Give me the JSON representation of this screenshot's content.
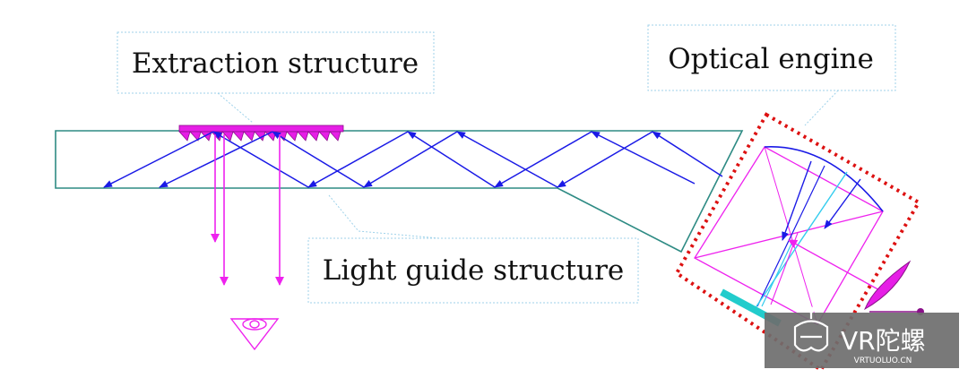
{
  "labels": {
    "extraction": "Extraction structure",
    "optical_engine": "Optical engine",
    "light_guide": "Light guide structure"
  },
  "watermark": {
    "brand": "VR陀螺",
    "url": "VRTUOLUO.CN"
  },
  "colors": {
    "waveguide": "#2e8b84",
    "blue_ray": "#1a1ae6",
    "magenta_ray": "#ee22ee",
    "cyan_ray": "#33ccee",
    "extractor": "#e61ee6",
    "engine_border": "#dd1111",
    "callout_border": "#9fd2ea",
    "watermark_bg": "#6e6e6e"
  },
  "icons": {
    "eye": "eye-icon",
    "watermark_logo": "vr-headset-icon"
  }
}
